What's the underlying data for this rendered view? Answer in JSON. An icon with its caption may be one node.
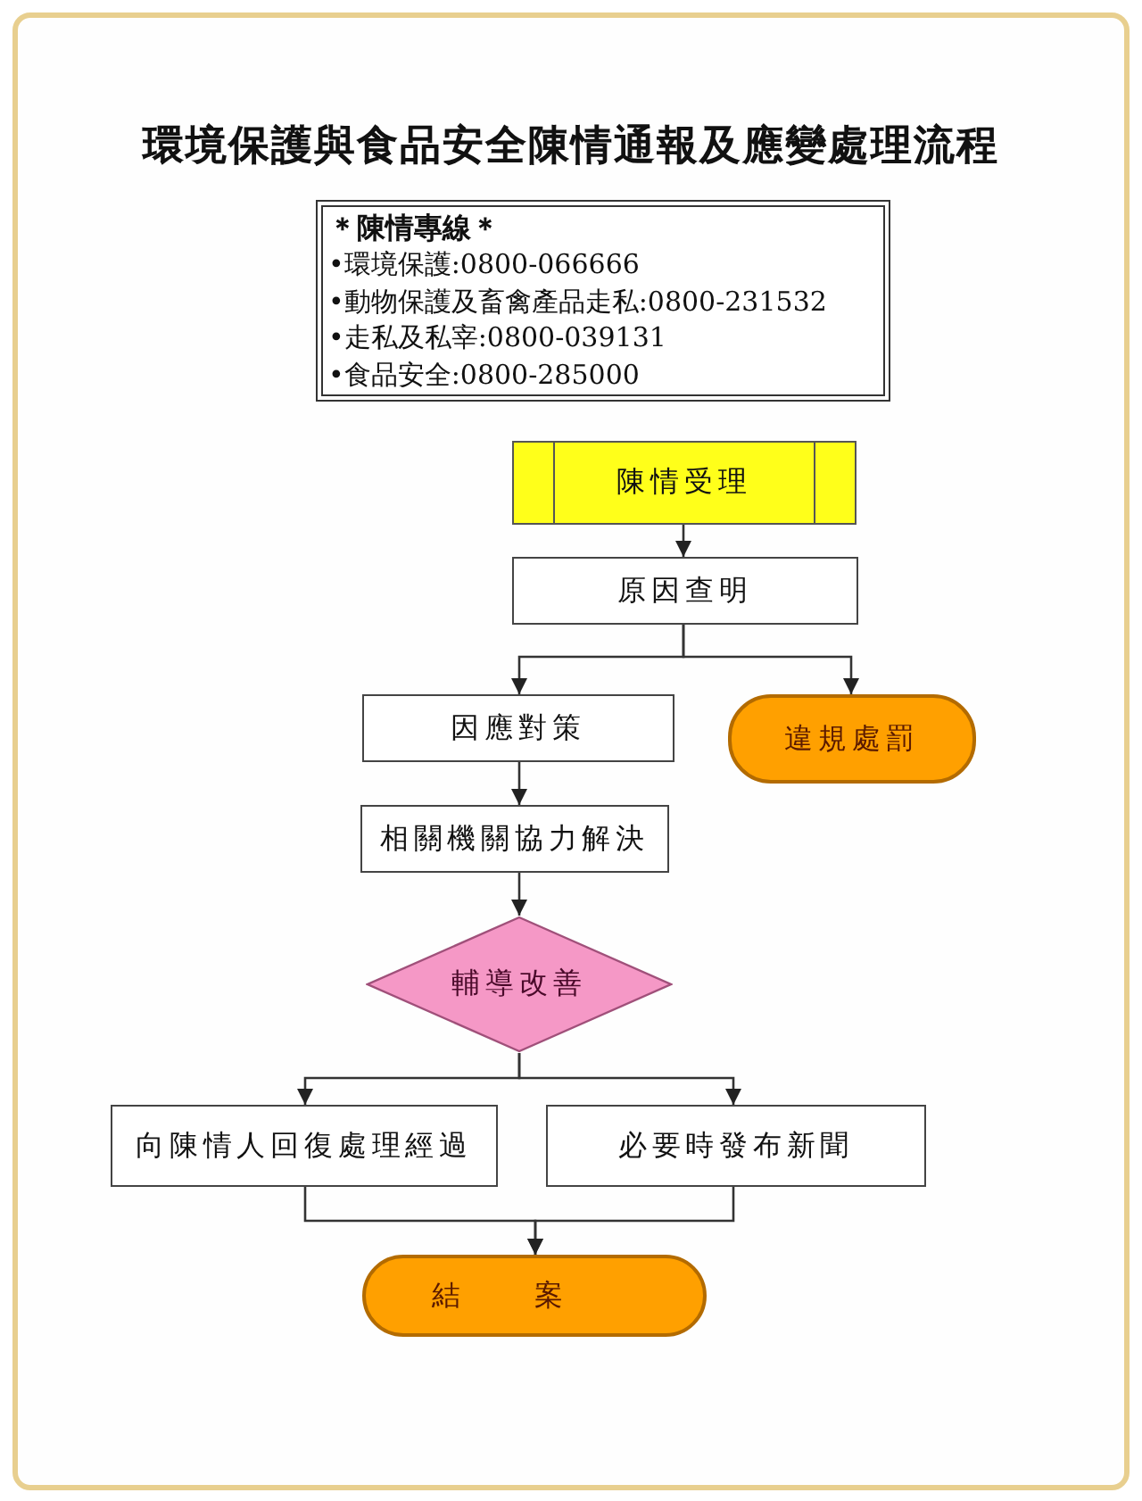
{
  "diagram": {
    "title": "環境保護與食品安全陳情通報及應變處理流程",
    "nodes": [
      {
        "text": [
          "＊陳情專線＊",
          "•環境保護:0800-066666",
          "•動物保護及畜禽產品走私:0800-231532",
          "•走私及私宰:0800-039131",
          "•食品安全:0800-285000"
        ]
      },
      {
        "text": [
          "陳情受理"
        ]
      },
      {
        "text": [
          "原因查明"
        ]
      },
      {
        "text": [
          "因應對策"
        ]
      },
      {
        "text": [
          "違規處罰"
        ]
      },
      {
        "text": [
          "相關機關協力解決"
        ]
      },
      {
        "text": [
          "輔導改善"
        ]
      },
      {
        "text": [
          "向陳情人回復處理經過"
        ]
      },
      {
        "text": [
          "必要時發布新聞"
        ]
      },
      {
        "text": [
          "結案"
        ]
      }
    ],
    "edges": [
      {
        "from": 1,
        "to": 2,
        "arrow": "to"
      },
      {
        "from": 2,
        "to": 3,
        "arrow": "to"
      },
      {
        "from": 2,
        "to": 4,
        "arrow": "to"
      },
      {
        "from": 3,
        "to": 5,
        "arrow": "to"
      },
      {
        "from": 5,
        "to": 6,
        "arrow": "to"
      },
      {
        "from": 6,
        "to": 7,
        "arrow": "to"
      },
      {
        "from": 6,
        "to": 8,
        "arrow": "to"
      },
      {
        "from": 7,
        "to": 9,
        "arrow": "to"
      },
      {
        "from": 8,
        "to": 9,
        "arrow": "to"
      }
    ]
  }
}
